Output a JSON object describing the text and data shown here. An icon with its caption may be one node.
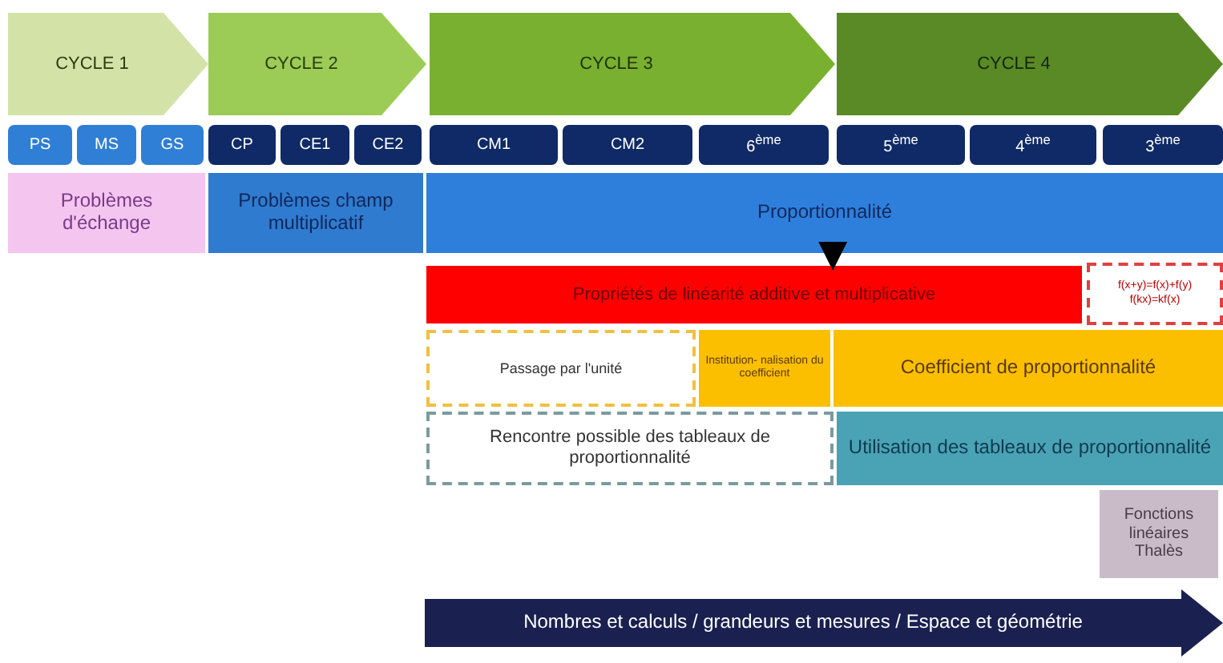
{
  "diagram": {
    "nodes": [
      {
        "text": [
          "CYCLE 1"
        ]
      },
      {
        "text": [
          "CYCLE 2"
        ]
      },
      {
        "text": [
          "CYCLE 3"
        ]
      },
      {
        "text": [
          "CYCLE 4"
        ]
      },
      {
        "text": [
          "PS"
        ]
      },
      {
        "text": [
          "MS"
        ]
      },
      {
        "text": [
          "GS"
        ]
      },
      {
        "text": [
          "CP"
        ]
      },
      {
        "text": [
          "CE1"
        ]
      },
      {
        "text": [
          "CE2"
        ]
      },
      {
        "text": [
          "CM1"
        ]
      },
      {
        "text": [
          "CM2"
        ]
      },
      {
        "text": [
          "6$^{ème}$"
        ]
      },
      {
        "text": [
          "5$^{ème}$"
        ]
      },
      {
        "text": [
          "4$^{ème}$"
        ]
      },
      {
        "text": [
          "3$^{ème}$"
        ]
      },
      {
        "text": [
          "Problèmes d'échange"
        ]
      },
      {
        "text": [
          "Problèmes champ multiplicatif"
        ]
      },
      {
        "text": [
          "Proportionnalité"
        ]
      },
      {
        "text": [
          "Propriétés de linéarité additive et multiplicative"
        ]
      },
      {
        "text": [
          "f(x+y)=f(x)+f(y)",
          "f(kx)=kf(x)"
        ]
      },
      {
        "text": [
          "Passage par l'unité"
        ]
      },
      {
        "text": [
          "Institution- nalisation du coefficient"
        ]
      },
      {
        "text": [
          "Coefficient de proportionnalité"
        ]
      },
      {
        "text": [
          "Rencontre possible des tableaux de proportionnalité"
        ]
      },
      {
        "text": [
          "Utilisation des tableaux de proportionnalité"
        ]
      },
      {
        "text": [
          "Fonctions linéaires",
          "Thalès"
        ]
      },
      {
        "text": [
          "Nombres et calculs / grandeurs et mesures / Espace et géométrie"
        ]
      }
    ],
    "edges": [
      {
        "from": 18,
        "to": 19,
        "arrow": "to"
      }
    ]
  }
}
